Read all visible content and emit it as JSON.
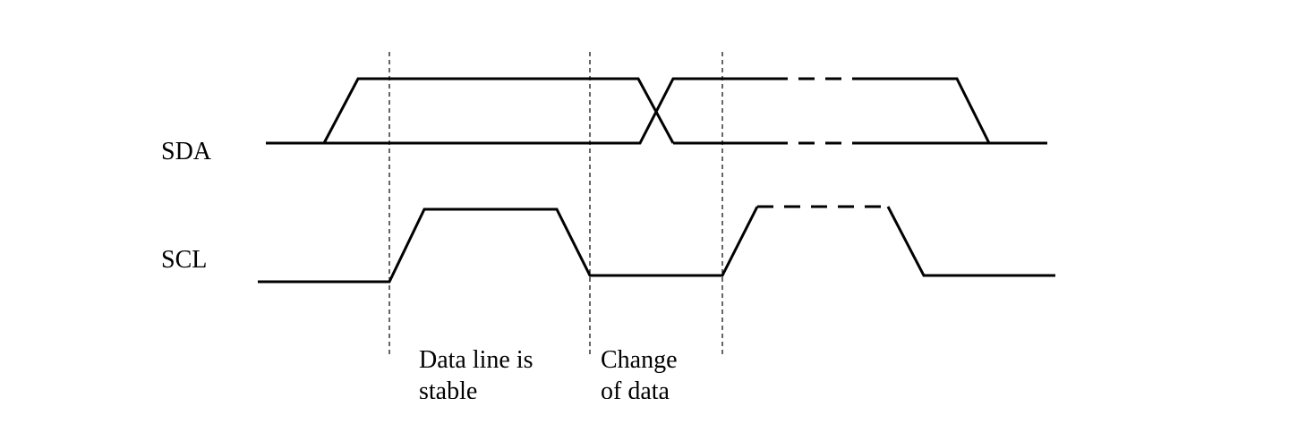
{
  "signals": {
    "sda_label": "SDA",
    "scl_label": "SCL"
  },
  "annotations": {
    "stable_line1": "Data line is",
    "stable_line2": "stable",
    "change_line1": "Change",
    "change_line2": "of data"
  },
  "colors": {
    "ink": "#000000",
    "background": "#ffffff"
  }
}
